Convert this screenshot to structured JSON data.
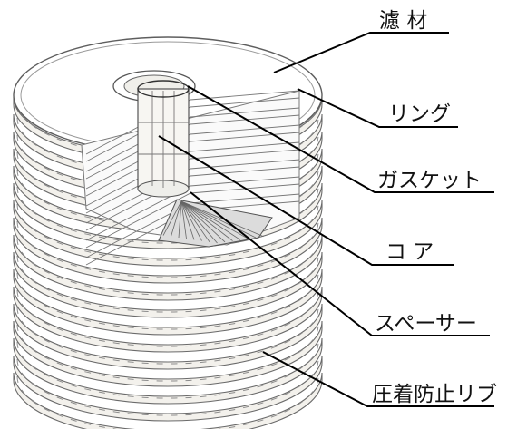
{
  "labels": {
    "filter_media": "濾 材",
    "ring": "リング",
    "gasket": "ガスケット",
    "core": "コ ア",
    "spacer": "スペーサー",
    "anti_compression_rib": "圧着防止リブ"
  }
}
